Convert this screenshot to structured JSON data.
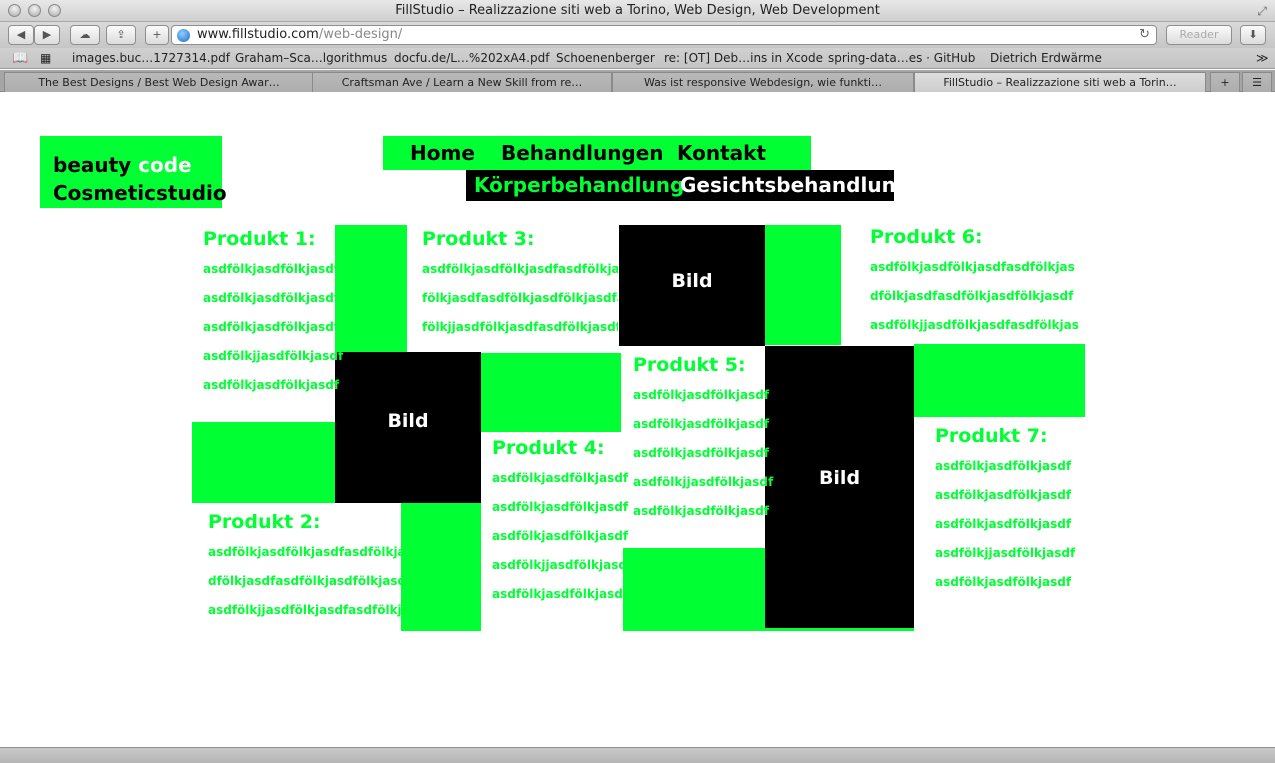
{
  "window": {
    "title": "FillStudio – Realizzazione siti web a Torino, Web Design, Web Development"
  },
  "toolbar": {
    "url_host": "www.fillstudio.com",
    "url_path": "/web-design/",
    "reader_label": "Reader"
  },
  "bookmarks": [
    "images.buc…1727314.pdf",
    "Graham–Sca…lgorithmus",
    "docfu.de/L…%202xA4.pdf",
    "Schoenenberger",
    "re: [OT] Deb…ins in Xcode",
    "spring-data…es · GitHub",
    "Dietrich Erdwärme"
  ],
  "tabs": [
    "The Best Designs / Best Web Design Awar…",
    "Craftsman Ave / Learn a New Skill from re…",
    "Was ist responsive Webdesign, wie funkti…",
    "FillStudio – Realizzazione siti web a Torin…"
  ],
  "logo": {
    "line1": "beauty",
    "accent": "code",
    "line2": "Cosmeticstudio"
  },
  "nav": {
    "home": "Home",
    "treatments": "Behandlungen",
    "contact": "Kontakt"
  },
  "subnav": {
    "body": "Körperbehandlung",
    "face": "Gesichtsbehandlung"
  },
  "products": [
    {
      "title": "Produkt 1:",
      "lines": [
        "asdfölkjasdfölkjasdf",
        "asdfölkjasdfölkjasdf",
        "asdfölkjasdfölkjasdf",
        "asdfölkjjasdfölkjasdf",
        "asdfölkjasdfölkjasdf"
      ]
    },
    {
      "title": "Produkt 2:",
      "lines": [
        "asdfölkjasdfölkjasdfasdfölkjas",
        "dfölkjasdfasdfölkjasdfölkjasdf",
        "asdfölkjjasdfölkjasdfasdfölkjas"
      ]
    },
    {
      "title": "Produkt 3:",
      "lines": [
        "asdfölkjasdfölkjasdfasdfölkjasd",
        "fölkjasdfasdfölkjasdfölkjasdfasd",
        "fölkjjasdfölkjasdfasdfölkjasdföl"
      ]
    },
    {
      "title": "Produkt 4:",
      "lines": [
        "asdfölkjasdfölkjasdf",
        "asdfölkjasdfölkjasdf",
        "asdfölkjasdfölkjasdf",
        "asdfölkjjasdfölkjasdf",
        "asdfölkjasdfölkjasdf"
      ]
    },
    {
      "title": "Produkt 5:",
      "lines": [
        "asdfölkjasdfölkjasdf",
        "asdfölkjasdfölkjasdf",
        "asdfölkjasdfölkjasdf",
        "asdfölkjjasdfölkjasdf",
        "asdfölkjasdfölkjasdf"
      ]
    },
    {
      "title": "Produkt 6:",
      "lines": [
        "asdfölkjasdfölkjasdfasdfölkjas",
        "dfölkjasdfasdfölkjasdfölkjasdf",
        "asdfölkjjasdfölkjasdfasdfölkjas"
      ]
    },
    {
      "title": "Produkt 7:",
      "lines": [
        "asdfölkjasdfölkjasdf",
        "asdfölkjasdfölkjasdf",
        "asdfölkjasdfölkjasdf",
        "asdfölkjjasdfölkjasdf",
        "asdfölkjasdfölkjasdf"
      ]
    }
  ],
  "image_label": "Bild",
  "colors": {
    "accent": "#00ff33",
    "dark": "#000000",
    "inverse": "#ffffff"
  }
}
